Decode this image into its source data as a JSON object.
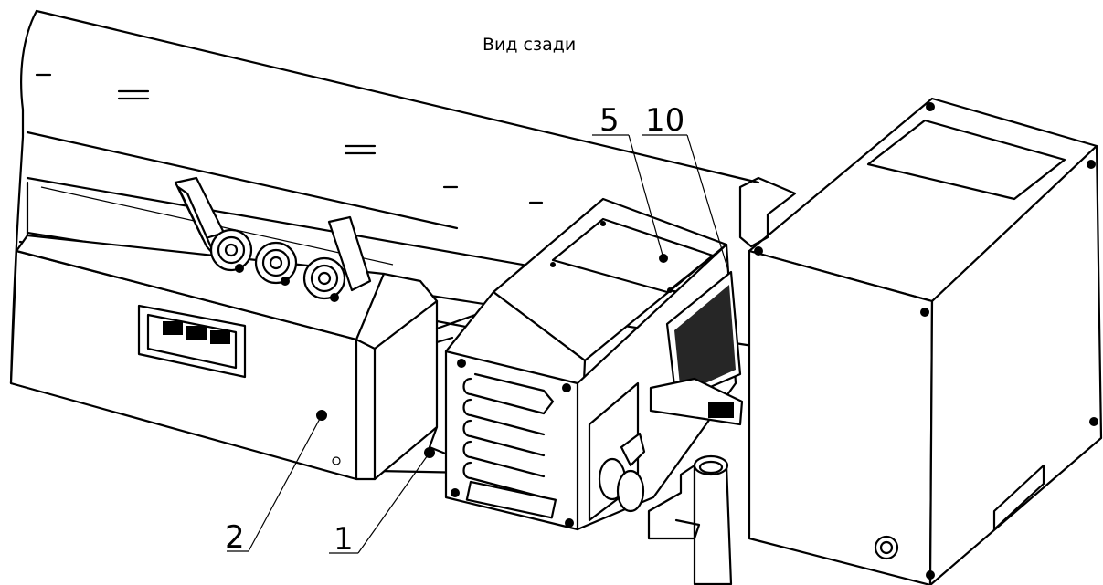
{
  "view_title": "Вид сзади",
  "callouts": [
    {
      "id": "1",
      "label": "1"
    },
    {
      "id": "2",
      "label": "2"
    },
    {
      "id": "5",
      "label": "5"
    },
    {
      "id": "10",
      "label": "10"
    }
  ]
}
